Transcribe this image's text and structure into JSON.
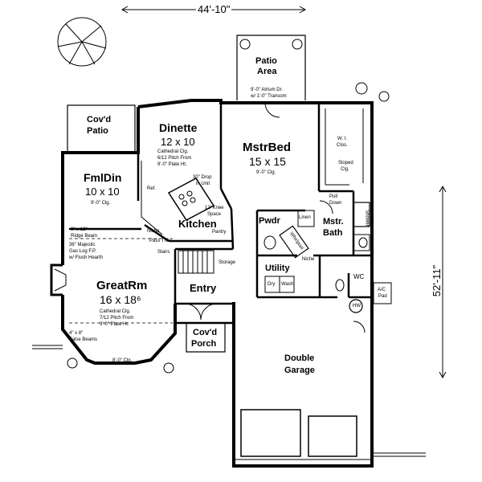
{
  "dimensions": {
    "overall_width": "44'-10\"",
    "overall_depth": "52'-11\""
  },
  "rooms": {
    "patio_area": {
      "name_line1": "Patio",
      "name_line2": "Area",
      "note_line1": "9'-0\" Atrium Dr.",
      "note_line2": "w/ 1'-0\" Transom"
    },
    "covd_patio": {
      "name_line1": "Cov'd",
      "name_line2": "Patio"
    },
    "dinette": {
      "name": "Dinette",
      "dims": "12 x 10",
      "note_line1": "Cathedral Clg.",
      "note_line2": "6/12 Pitch From",
      "note_line3": "9'-0\" Plate Ht."
    },
    "mstr_bed": {
      "name": "MstrBed",
      "dims": "15 x 15",
      "note": "9'-0\" Clg."
    },
    "fml_din": {
      "name": "FmlDin",
      "dims": "10 x 10",
      "note": "9'-0\" Clg."
    },
    "kitchen": {
      "name": "Kitchen",
      "note_drop_line1": "30\" Drop",
      "note_drop_line2": "in Unit",
      "note_knee_line1": "12' Knee",
      "note_knee_line2": "Space",
      "label_ref": "Ref.",
      "label_pantry": "Pantry"
    },
    "great_rm": {
      "name": "GreatRm",
      "dims": "16 x 18⁶",
      "note_line1": "Cathedral Clg.",
      "note_line2": "7/12 Pitch From",
      "note_line3": "9'-0\" Plate Ht.",
      "ridge_line1": "6\" x 12\"",
      "ridge_line2": "Ridge Beam",
      "fp_line1": "36\" Majestic",
      "fp_line2": "Gas Log F.P.",
      "fp_line3": "w/ Flush Hearth",
      "beam_line1": "4\" x 8\"",
      "beam_line2": "False Beams",
      "bay_clg": "8'-0\" Clg."
    },
    "pwdr": {
      "name": "Pwdr"
    },
    "mstr_bath": {
      "name_line1": "Mstr.",
      "name_line2": "Bath",
      "whirlpool": "Whirlpool",
      "linen": "Linen"
    },
    "closet": {
      "wi_line1": "W. I.",
      "wi_line2": "Clos.",
      "sloped_line1": "Sloped",
      "sloped_line2": "Clg.",
      "pull_line1": "Pull",
      "pull_line2": "Down",
      "shower": "Shower"
    },
    "utility": {
      "name": "Utility",
      "dry": "Dry",
      "wash": "Wash",
      "niche": "Niche",
      "wc": "WC",
      "hw": "HW"
    },
    "stair": {
      "niche": "Niche",
      "pass_thru": "Pass Thru",
      "stairs": "Stairs",
      "storage": "Storage"
    },
    "entry": {
      "name": "Entry"
    },
    "covd_porch": {
      "name_line1": "Cov'd",
      "name_line2": "Porch"
    },
    "garage": {
      "name_line1": "Double",
      "name_line2": "Garage"
    },
    "ac_pad": {
      "line1": "A/C",
      "line2": "Pad"
    }
  }
}
